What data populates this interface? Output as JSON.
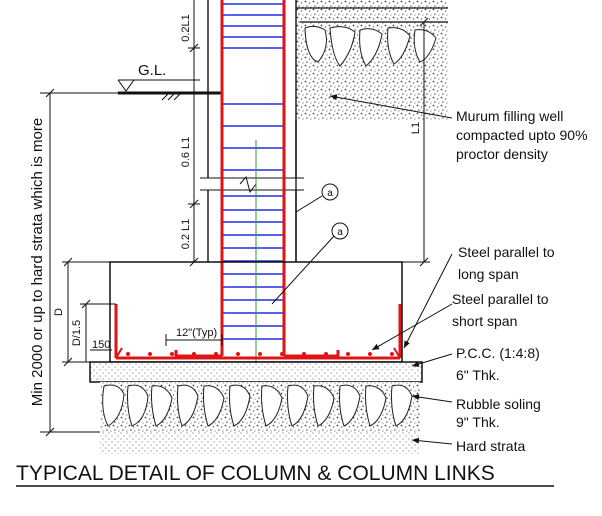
{
  "title": "TYPICAL DETAIL OF COLUMN & COLUMN LINKS",
  "ground_level": "G.L.",
  "side_note": "Min 2000 or up to hard strata which is more",
  "dimensions": {
    "top_link_zone": "0.2L1",
    "mid_link_zone": "0.6 L1",
    "bottom_link_zone": "0.2 L1",
    "column_length": "L1",
    "footing_depth": "D",
    "edge_depth": "D/1.5",
    "cover": "150",
    "lap_length": "12\"(Typ)"
  },
  "tags": {
    "link_a_1": "a",
    "link_a_2": "a"
  },
  "callouts": {
    "murum": [
      "Murum filling well",
      "compacted upto 90%",
      "proctor density"
    ],
    "steel_long": [
      "Steel parallel to",
      "long span"
    ],
    "steel_short": [
      "Steel parallel to",
      "short span"
    ],
    "pcc": [
      "P.C.C. (1:4:8)",
      "6\" Thk."
    ],
    "rubble": [
      "Rubble soling",
      "9\" Thk."
    ],
    "hard_strata": "Hard strata"
  },
  "colors": {
    "ink": "#111111",
    "main_bars": "#e01414",
    "links": "#1f2ee6",
    "axis": "#2e9c2e",
    "hatch": "#555555"
  }
}
